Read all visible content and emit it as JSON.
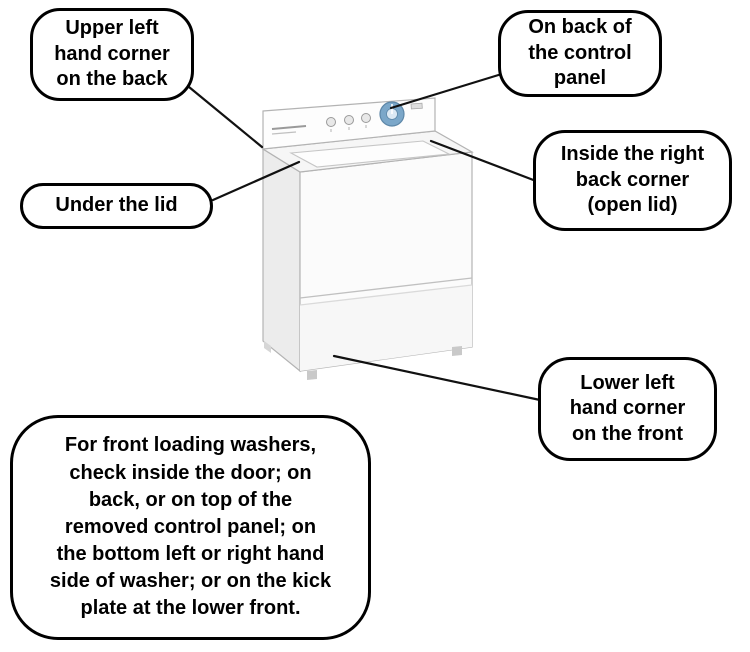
{
  "callouts": {
    "upper_left_back": "Upper left\nhand corner\non the back",
    "control_panel_back": "On back of\nthe control\npanel",
    "under_lid": "Under the lid",
    "inside_right_back": "Inside the right\nback corner\n(open lid)",
    "lower_left_front": "Lower left\nhand corner\non the front",
    "front_loader_note": "For front loading washers,\ncheck inside the door; on\nback, or on top of the\nremoved control panel; on\nthe bottom left or right hand\nside of washer; or on the kick\nplate at the lower front."
  },
  "illustration": {
    "name": "top-load-washer-illustration",
    "dial_color": "#7ba7c9",
    "dial_center_color": "#dce9f4",
    "outline_color": "#b3b3b3",
    "callout_border_color": "#000000",
    "connector_color": "#111111"
  }
}
